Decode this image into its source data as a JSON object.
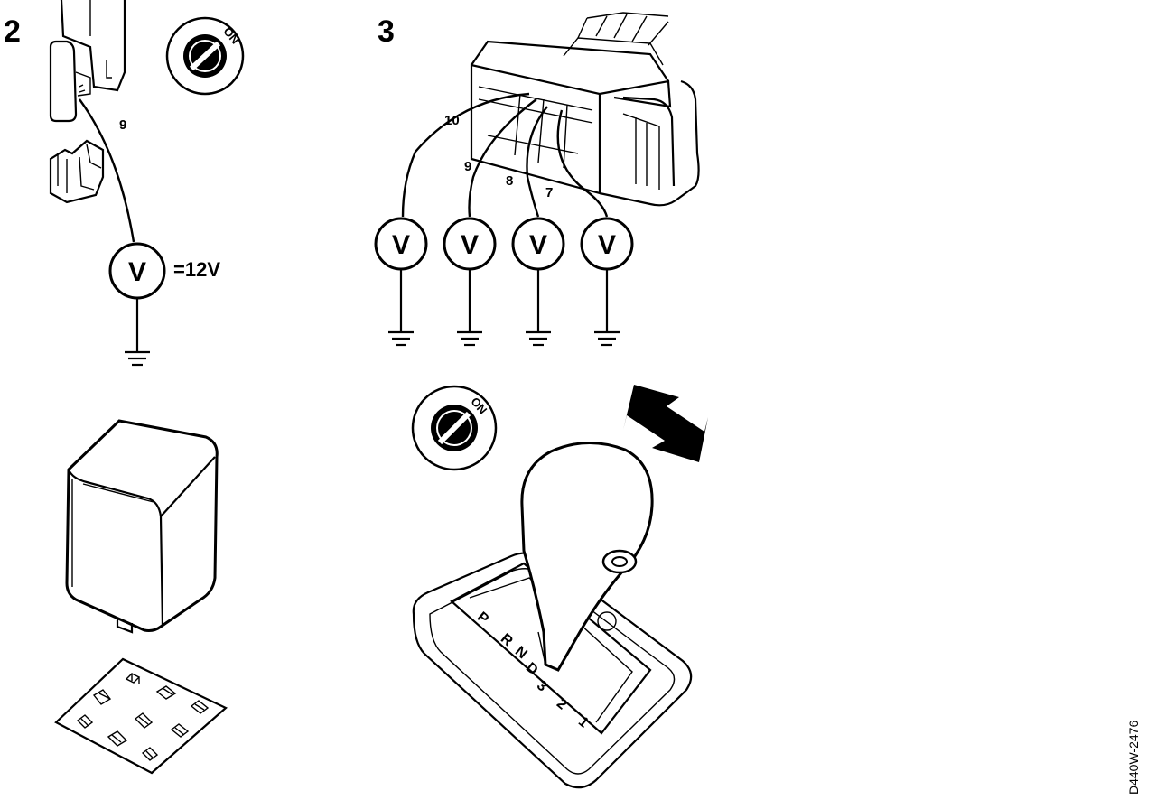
{
  "steps": {
    "step2": "2",
    "step3": "3"
  },
  "panel2": {
    "pin_label": "9",
    "meter_symbol": "V",
    "reading": "=12V",
    "switch_label": "ON"
  },
  "panel3": {
    "pins": [
      "10",
      "9",
      "8",
      "7"
    ],
    "meter_symbol": "V",
    "switch_label": "ON"
  },
  "shifter": {
    "gates": [
      "P",
      "R",
      "N",
      "D",
      "3",
      "2",
      "1"
    ]
  },
  "figure_code": "D440W-2476",
  "icons": {
    "meter": "voltmeter-icon",
    "ground": "ground-icon",
    "ignition": "ignition-switch-icon",
    "arrow": "double-arrow-icon"
  }
}
